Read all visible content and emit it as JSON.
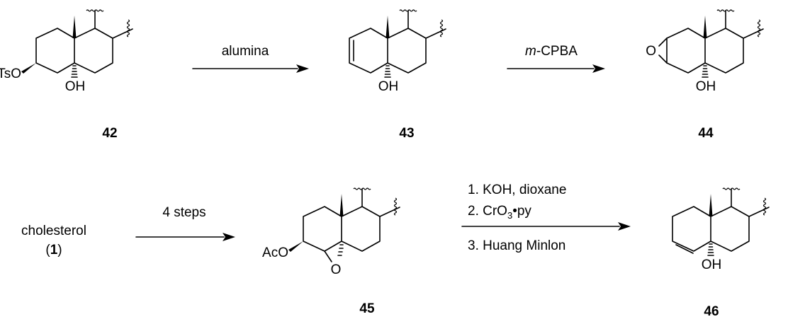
{
  "compounds": {
    "c42": {
      "label": "42",
      "tso": "TsO",
      "oh": "OH"
    },
    "c43": {
      "label": "43",
      "oh": "OH"
    },
    "c44": {
      "label": "44",
      "epox_o": "O",
      "oh": "OH"
    },
    "c45": {
      "label": "45",
      "aco": "AcO",
      "epox_o": "O"
    },
    "c46": {
      "label": "46",
      "oh": "OH"
    }
  },
  "start": {
    "name": "cholesterol",
    "number_open": "(",
    "number": "1",
    "number_close": ")"
  },
  "arrows": {
    "a1": {
      "reagent": "alumina"
    },
    "a2": {
      "reagent_prefix": "m",
      "reagent_rest": "-CPBA"
    },
    "a3": {
      "reagent": "4 steps"
    },
    "a4": {
      "step1": "1. KOH, dioxane",
      "step2_pre": "2. CrO",
      "step2_sub": "3",
      "step2_post": "•py",
      "step3": "3. Huang Minlon"
    }
  }
}
